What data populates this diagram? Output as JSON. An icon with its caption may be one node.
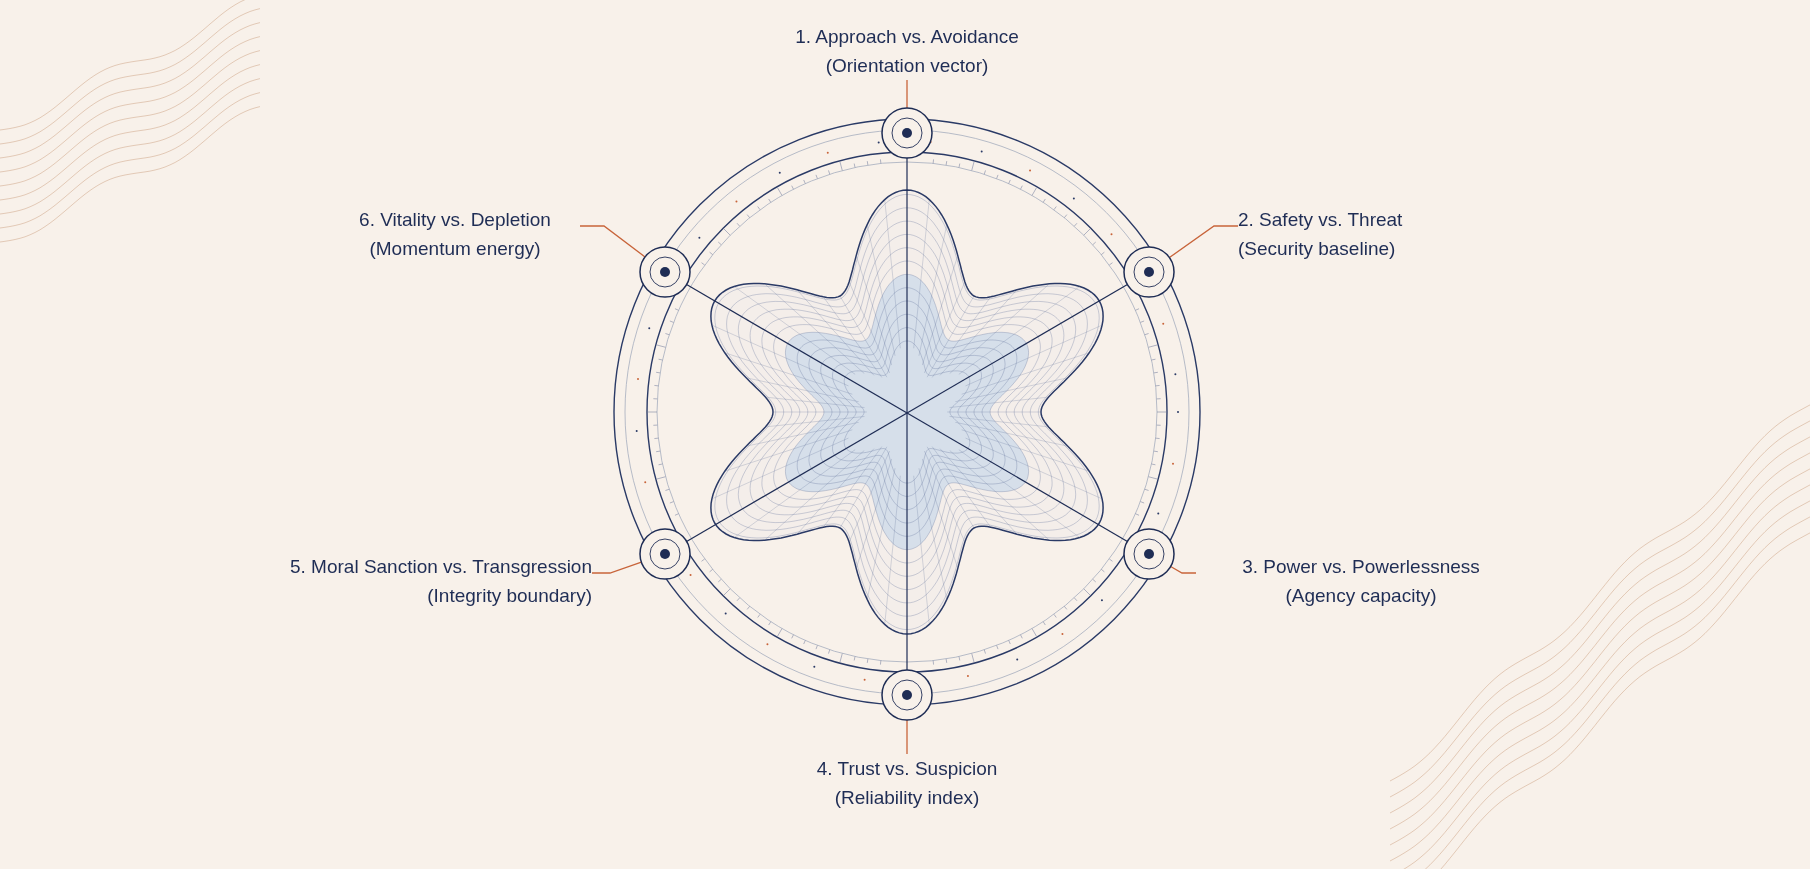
{
  "diagram": {
    "nodes": [
      {
        "text": [
          "1. Approach vs. Avoidance",
          "(Orientation vector)"
        ]
      },
      {
        "text": [],
        "shape": "circle"
      },
      {
        "text": [
          "6. Vitality vs. Depletion",
          "(Momentum energy)"
        ]
      },
      {
        "text": [
          "2. Safety vs. Threat",
          "(Security baseline)"
        ]
      },
      {
        "text": [],
        "shape": "circle"
      },
      {
        "text": [],
        "shape": "circle"
      },
      {
        "text": [
          "5. Moral Sanction vs. Transgression",
          "(Integrity boundary)"
        ]
      },
      {
        "text": [
          "3. Power vs. Powerlessness",
          "(Agency capacity)"
        ]
      },
      {
        "text": [],
        "shape": "circle"
      },
      {
        "text": [],
        "shape": "circle"
      },
      {
        "text": [],
        "shape": "circle"
      },
      {
        "text": [
          "4. Trust vs. Suspicion",
          "(Reliability index)"
        ]
      }
    ],
    "edges": [
      {
        "from": 0,
        "to": 1,
        "arrow": "none"
      },
      {
        "from": 2,
        "to": 4,
        "arrow": "none"
      },
      {
        "from": 3,
        "to": 5,
        "arrow": "none"
      },
      {
        "from": 6,
        "to": 8,
        "arrow": "none"
      },
      {
        "from": 7,
        "to": 9,
        "arrow": "none"
      },
      {
        "from": 11,
        "to": 10,
        "arrow": "none"
      },
      {
        "from": 1,
        "to": 10,
        "arrow": "none",
        "color": "#1f2d55"
      },
      {
        "from": 4,
        "to": 9,
        "arrow": "none",
        "color": "#1f2d55"
      },
      {
        "from": 5,
        "to": 8,
        "arrow": "none",
        "color": "#1f2d55"
      }
    ]
  }
}
